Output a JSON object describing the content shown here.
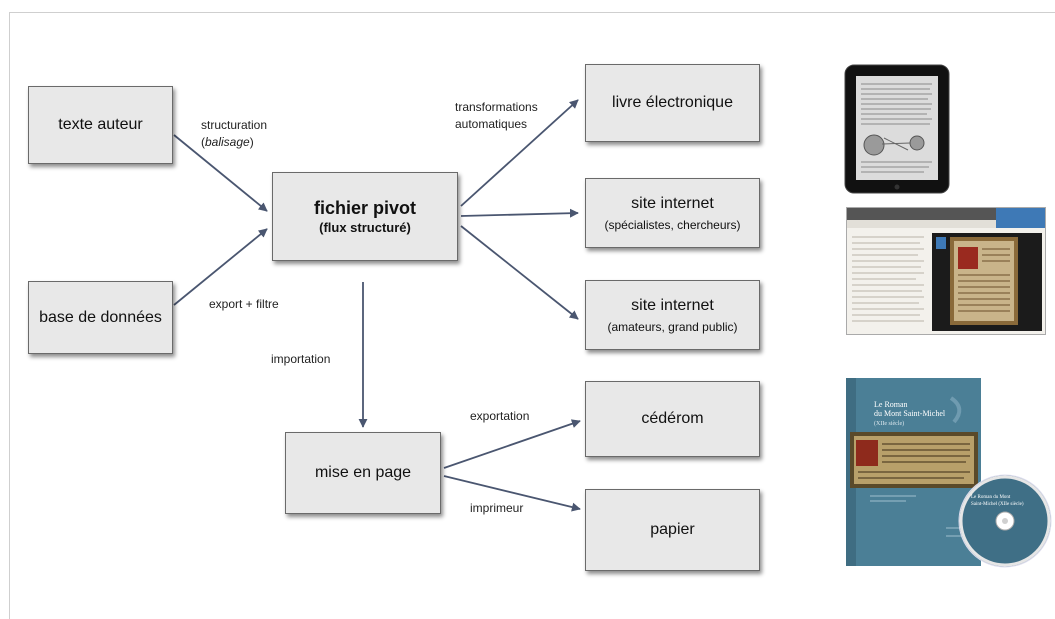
{
  "nodes": {
    "texte_auteur": {
      "label": "texte auteur"
    },
    "base_donnees": {
      "label": "base de données"
    },
    "fichier_pivot": {
      "label": "fichier pivot",
      "sublabel": "(flux structuré)"
    },
    "livre": {
      "label": "livre électronique"
    },
    "site1": {
      "label": "site internet",
      "sublabel": "(spécialistes, chercheurs)"
    },
    "site2": {
      "label": "site internet",
      "sublabel": "(amateurs, grand public)"
    },
    "mise_en_page": {
      "label": "mise en page"
    },
    "cederom": {
      "label": "cédérom"
    },
    "papier": {
      "label": "papier"
    }
  },
  "edge_labels": {
    "structuration": "structuration",
    "balisage": "balisage",
    "export_filtre": "export + filtre",
    "transformations": "transformations",
    "automatiques": "automatiques",
    "importation": "importation",
    "exportation": "exportation",
    "imprimeur": "imprimeur"
  },
  "illustrations": {
    "tablet": {
      "icon": "ebook-tablet-icon"
    },
    "website": {
      "icon": "website-screenshot-icon"
    },
    "book_cover": {
      "icon": "book-cd-cover-icon",
      "title_line1": "Le Roman",
      "title_line2": "du Mont Saint-Michel",
      "title_line3": "(XIIe siècle)",
      "cd_title_line1": "Le Roman du Mont",
      "cd_title_line2": "Saint-Michel (XIIe siècle)"
    }
  },
  "colors": {
    "arrow": "#4a5670",
    "box_fill": "#e8e8e8",
    "book_blue": "#4b7f96"
  }
}
